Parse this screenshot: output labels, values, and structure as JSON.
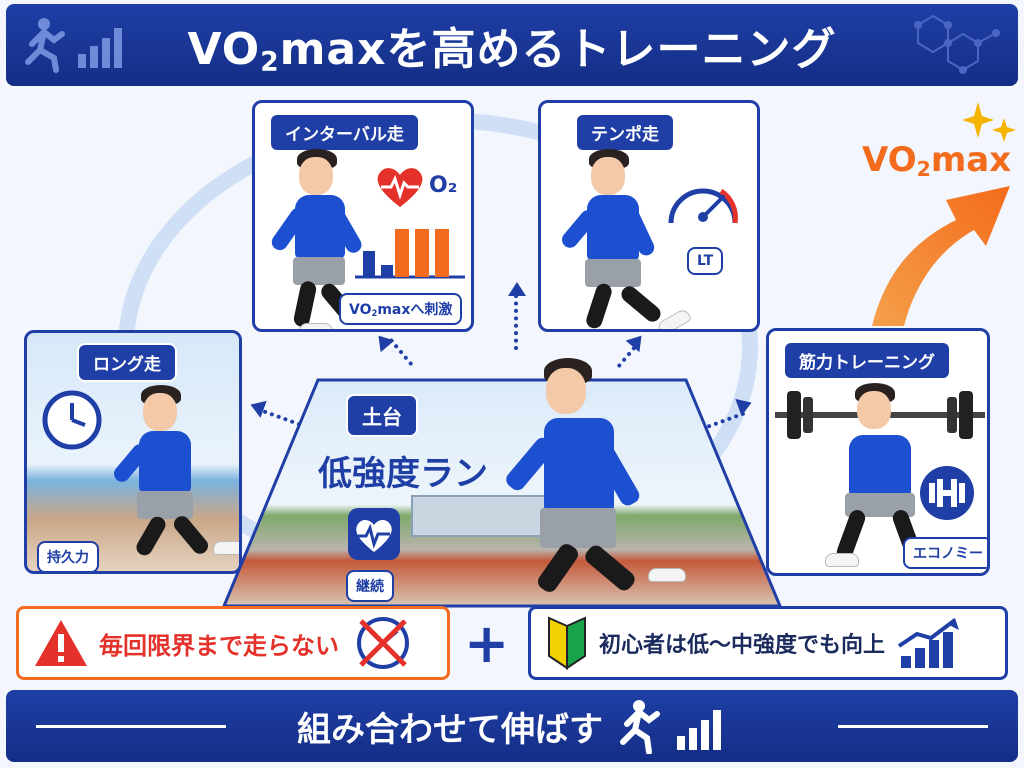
{
  "title": {
    "prefix": "VO",
    "sub": "2",
    "suffix": "maxを高めるトレーニング"
  },
  "cards": {
    "interval": {
      "label": "インターバル走",
      "o2": "O₂",
      "chip_prefix": "VO",
      "chip_sub": "2",
      "chip_suffix": "maxへ刺激"
    },
    "tempo": {
      "label": "テンポ走",
      "chip": "LT"
    },
    "long": {
      "label": "ロング走",
      "chip": "持久力"
    },
    "strength": {
      "label": "筋力トレーニング",
      "chip": "エコノミー"
    },
    "base": {
      "label": "土台",
      "main": "低強度ラン",
      "chip": "継続"
    }
  },
  "goal": {
    "prefix": "VO",
    "sub": "2",
    "suffix": "max"
  },
  "warning": {
    "text": "毎回限界まで走らない"
  },
  "plus": "+",
  "beginner": {
    "text": "初心者は低〜中強度でも向上"
  },
  "footer": {
    "text": "組み合わせて伸ばす"
  },
  "colors": {
    "navy": "#1f3fa6",
    "orange": "#f36b1c",
    "red": "#e4322b",
    "bg": "#f3f7fd"
  }
}
